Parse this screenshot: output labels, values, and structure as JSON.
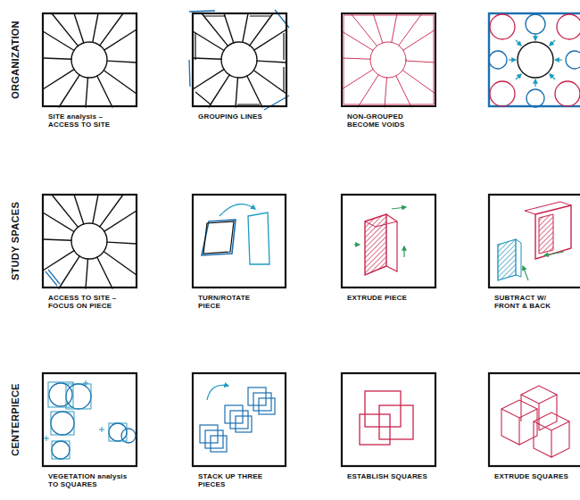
{
  "diagram": {
    "nodes": [
      {
        "text": [
          "SITE analysis – ACCESS TO SITE"
        ]
      },
      {
        "text": [
          "GROUPING LINES"
        ]
      },
      {
        "text": [
          "NON-GROUPED BECOME VOIDS"
        ]
      },
      {
        "text": [
          "ACCESS TO SITE – FOCUS ON PIECE"
        ]
      },
      {
        "text": [
          "TURN/ROTATE PIECE"
        ]
      },
      {
        "text": [
          "EXTRUDE PIECE"
        ]
      },
      {
        "text": [
          "SUBTRACT W/ FRONT & BACK"
        ]
      },
      {
        "text": [
          "VEGETATION analysis TO SQUARES"
        ]
      },
      {
        "text": [
          "STACK UP THREE PIECES"
        ]
      },
      {
        "text": [
          "ESTABLISH SQUARES"
        ]
      },
      {
        "text": [
          "EXTRUDE SQUARES"
        ]
      }
    ],
    "labels": [
      "ORGANIZATION",
      "STUDY SPACES",
      "CENTERPIECE"
    ]
  }
}
